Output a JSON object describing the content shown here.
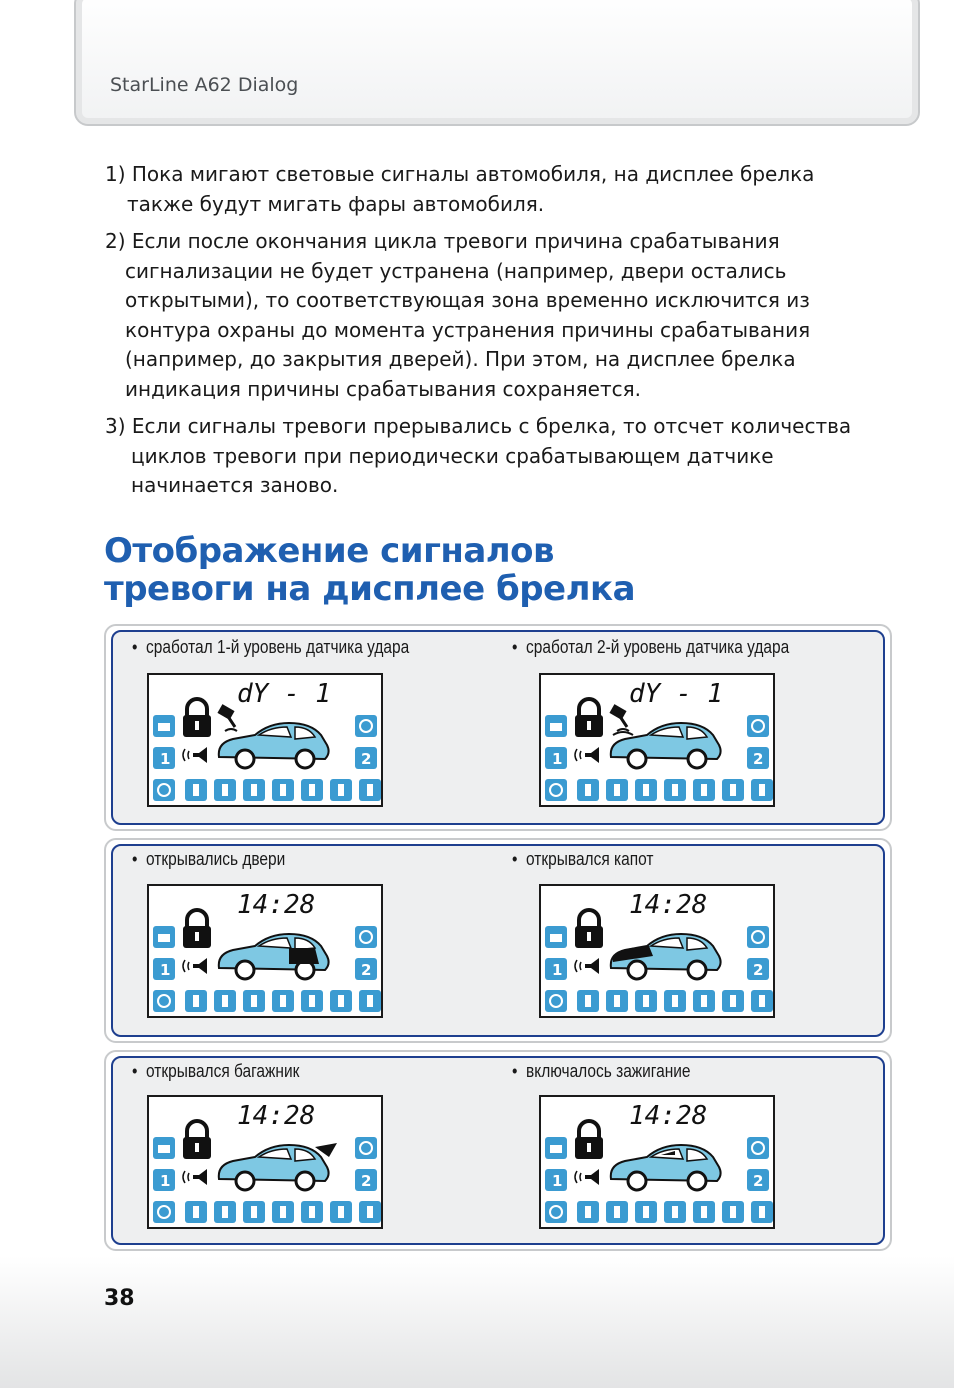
{
  "header": {
    "doc_title": "StarLine A62 Dialog"
  },
  "paragraphs": [
    {
      "first": "1) Пока мигают световые сигналы автомобиля, на дисплее брелка",
      "cont": [
        "также будут мигать фары автомобиля."
      ]
    },
    {
      "first": "2) Если после окончания цикла тревоги причина срабатывания",
      "cont": [
        "сигнализации не будет устранена (например, двери остались",
        "открытыми), то соответствующая зона временно исключится из",
        "контура охраны  до момента устранения причины срабатывания",
        "(например, до закрытия дверей). При этом, на дисплее брелка",
        "индикация причины срабатывания сохраняется."
      ]
    },
    {
      "first": "3) Если сигналы тревоги прерывались с брелка, то отсчет количества",
      "cont": [
        "циклов тревоги при периодически срабатывающем датчике",
        "начинается заново."
      ]
    }
  ],
  "heading": {
    "line1": "Отображение сигналов",
    "line2": "тревоги на дисплее брелка"
  },
  "displays": [
    {
      "caption": "сработал 1-й уровень датчика удара",
      "screen_text": "dY - 1",
      "highlight": "shock1"
    },
    {
      "caption": "сработал 2-й уровень датчика удара",
      "screen_text": "dY - 1",
      "highlight": "shock2"
    },
    {
      "caption": "открывались двери",
      "screen_text": "14:28",
      "highlight": "door"
    },
    {
      "caption": "открывался капот",
      "screen_text": "14:28",
      "highlight": "hood"
    },
    {
      "caption": "открывался багажник",
      "screen_text": "14:28",
      "highlight": "trunk"
    },
    {
      "caption": "включалось зажигание",
      "screen_text": "14:28",
      "highlight": "ignition"
    }
  ],
  "icons": {
    "left_top": "car-phone-icon",
    "left_mid": "channel-1-icon",
    "left_bot": "cycle-icon",
    "right_top": "turbo-icon",
    "right_mid": "channel-2-icon",
    "bottom_row": [
      "wrench-icon",
      "hook-icon",
      "cross-icon",
      "note-icon",
      "double-note-icon",
      "pager-icon",
      "heat-icon"
    ],
    "screen_mid_labels": [
      "1",
      "2"
    ]
  },
  "colors": {
    "accent": "#1f5fb0",
    "panel_border": "#1e3f8f",
    "icon_blue": "#3b9bd1",
    "car_blue": "#7ec8e3"
  },
  "footer": {
    "page_number": "38"
  }
}
